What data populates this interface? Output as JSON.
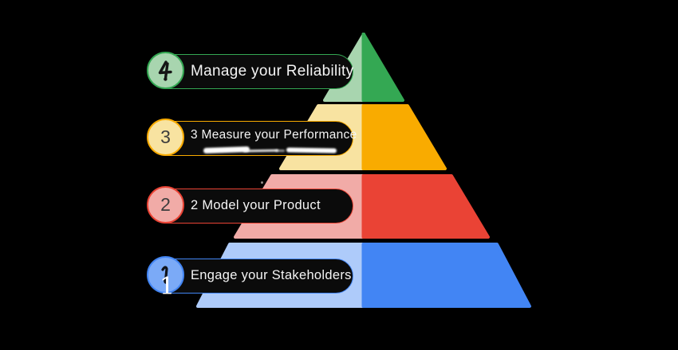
{
  "background_color": "#000000",
  "pyramid": {
    "levels": [
      {
        "rank": 4,
        "side": "top",
        "light": "#A8D5AF",
        "dark": "#34A853"
      },
      {
        "rank": 3,
        "side": "second",
        "light": "#F8E3A1",
        "dark": "#F9AB00"
      },
      {
        "rank": 2,
        "side": "third",
        "light": "#F1ABA7",
        "dark": "#EA4335"
      },
      {
        "rank": 1,
        "side": "bottom",
        "light": "#AECBFA",
        "dark": "#4285F4"
      }
    ]
  },
  "pills": [
    {
      "number": "4",
      "label": "Manage your Reliability",
      "accent": "#34A853",
      "circle_fill": "#A8D5AF",
      "number_ink": "#161616",
      "number_rendering": "handwritten"
    },
    {
      "number": "3",
      "label": "3 Measure your Performance",
      "accent": "#F9AB00",
      "circle_fill": "#F8E3A1",
      "number_ink": "#3d3d3d",
      "number_rendering": "typed",
      "has_white_scribble": true
    },
    {
      "number": "2",
      "label": "2 Model your Product",
      "accent": "#EA4335",
      "circle_fill": "#F1ABA7",
      "number_ink": "#3d3d3d",
      "number_rendering": "typed"
    },
    {
      "number": "1",
      "label": "Engage your Stakeholders",
      "accent": "#4285F4",
      "circle_fill": "#7BAAF7",
      "number_ink": "#10131a",
      "number_rendering": "handwritten",
      "below_numeral": "1"
    }
  ]
}
